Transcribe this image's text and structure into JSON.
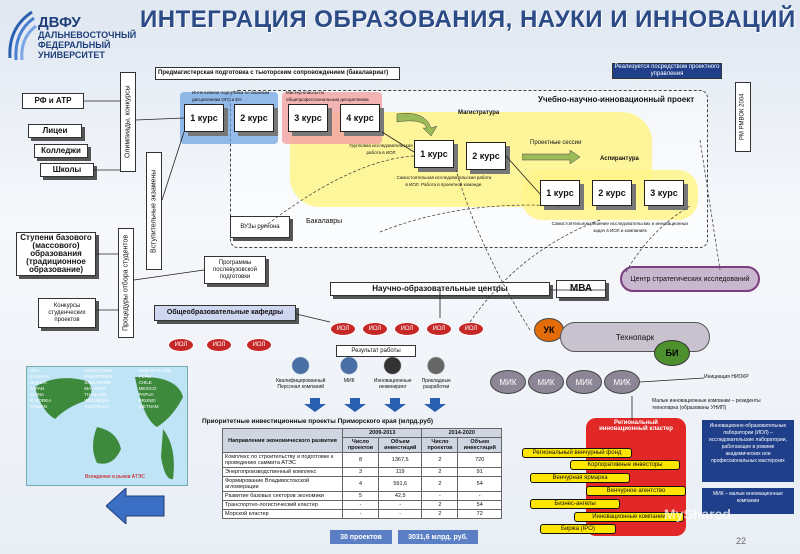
{
  "header": {
    "title": "ИНТЕГРАЦИЯ ОБРАЗОВАНИЯ, НАУКИ И ИННОВАЦИЙ",
    "logo_abbr": "ДВФУ",
    "logo_name": "ДАЛЬНЕВОСТОЧНЫЙ ФЕДЕРАЛЬНЫЙ УНИВЕРСИТЕТ"
  },
  "top": {
    "master_prep": "Предмагистерская подготовка с тьюторским сопровождением (бакалавриат)",
    "realized": "Реализуется посредством проектного управления",
    "rm": "РМ РМВОК 2004"
  },
  "left": {
    "rf_atr": "РФ и АТР",
    "schools": [
      "Лицеи",
      "Колледжи",
      "Школы"
    ],
    "olympiads": "Олимпиады, конкурсы",
    "entrance": "Вступительные экзамены",
    "base_levels": "Ступени базового (массового) образования (традиционное образование)",
    "contests": "Конкурсы студенческих проектов",
    "selection": "Процедуры отбора студентов"
  },
  "main": {
    "project_title": "Учебно-научно-инновационный проект",
    "courses_bach": [
      "1 курс",
      "2 курс",
      "3 курс",
      "4 курс"
    ],
    "magistr": "Магистратура",
    "mag_courses": [
      "1 курс",
      "2 курс"
    ],
    "project_sessions": "Проектные сессии",
    "aspirantura": "Аспирантура",
    "asp_courses": [
      "1 курс",
      "2 курс",
      "3 курс"
    ],
    "bachelors": "Бакалавры",
    "regions": "ВУЗы региона",
    "postgrad": "Программы послевузовской подготовки",
    "note1": "Интенсивная подготовка по базовым дисциплинам ОГС и ЕН",
    "note2": "Мастер-классы по общепрофессиональным дисциплинам",
    "note3": "Групповая исследовательская работа в ИОЛ",
    "note4": "Самостоятельная исследовательская работа в ИОЛ. Работа в проектной команде.",
    "note5": "Самостоятельное решение исследовательских и инновационных задач в ИОЛ и компаниях"
  },
  "centers": {
    "sci_centers": "Научно-образовательные центры",
    "mba": "МВА",
    "strategic": "Центр стратегических исследований",
    "gen_edu": "Общеобразовательные кафедры",
    "iol": "ИОЛ",
    "result": "Результат работы",
    "results": [
      "Квалифицированный Персонал компаний",
      "МИК",
      "Инновационные инжиниринг",
      "Прикладные разработки"
    ]
  },
  "technopark": {
    "uk": "УК",
    "label": "Технопарк",
    "bi": "БИ",
    "mik": "МИК",
    "niokr": "Инициация НИОКР",
    "small": "Малые инновационные компании – резиденты технопарка (образованы УНИП)"
  },
  "cluster": {
    "title": "Региональный инновационный кластер",
    "items": [
      "Региональный венчурный фонд",
      "Корпоративные инвесторы",
      "Венчурная ярмарка",
      "Венчурное агентство",
      "Бизнес-ангелы",
      "Инновационные компании",
      "Биржа (IPO)"
    ],
    "iol_desc": "Инновационно-образовательные лаборатории (ИОЛ) – исследовательские лаборатории, работающие в режиме академических или профессиональных мастерских",
    "mik_desc": "МИК – малые инновационные компании"
  },
  "map": {
    "countries": [
      "USA",
      "CANADA",
      "RUSSIA",
      "JAPAN",
      "CHINA",
      "S. KOREA",
      "TAIWAN",
      "HONG KONG",
      "PHILIPPINES",
      "SINGAPORE",
      "MALAYSIA",
      "THAILAND",
      "INDONESIA",
      "AUSTRALIA",
      "NEW ZEALAND",
      "PERU",
      "CHILE",
      "MEXICO",
      "PAPUA",
      "BRUNEI",
      "VIETNAM"
    ],
    "apec": "Вхождение в рынки АТЭС"
  },
  "table": {
    "title": "Приоритетные инвестиционные проекты Приморского края (млрд.руб)",
    "h1": "Направления экономического развития",
    "p1": "2009-2013",
    "p2": "2014-2020",
    "sub": [
      "Число проектов",
      "Объем инвестиций",
      "Число проектов",
      "Объем инвестиций"
    ],
    "rows": [
      [
        "Комплекс по строительству и подготовке к проведению саммита АТЭС",
        "8",
        "1367,5",
        "2",
        "720"
      ],
      [
        "Энергопроизводственный комплекс",
        "3",
        "119",
        "2",
        "91"
      ],
      [
        "Формирование Владивостокской агломерации",
        "4",
        "591,6",
        "2",
        "54"
      ],
      [
        "Развитие базовых секторов экономики",
        "5",
        "42,5",
        "-",
        "-"
      ],
      [
        "Транспортно-логистический кластер",
        "-",
        "-",
        "2",
        "54"
      ],
      [
        "Морской кластер",
        "-",
        "-",
        "2",
        "72"
      ]
    ],
    "total_projects": "30 проектов",
    "total_sum": "3031,6 млрд. руб."
  },
  "page_number": "22",
  "watermark": "MyShared"
}
